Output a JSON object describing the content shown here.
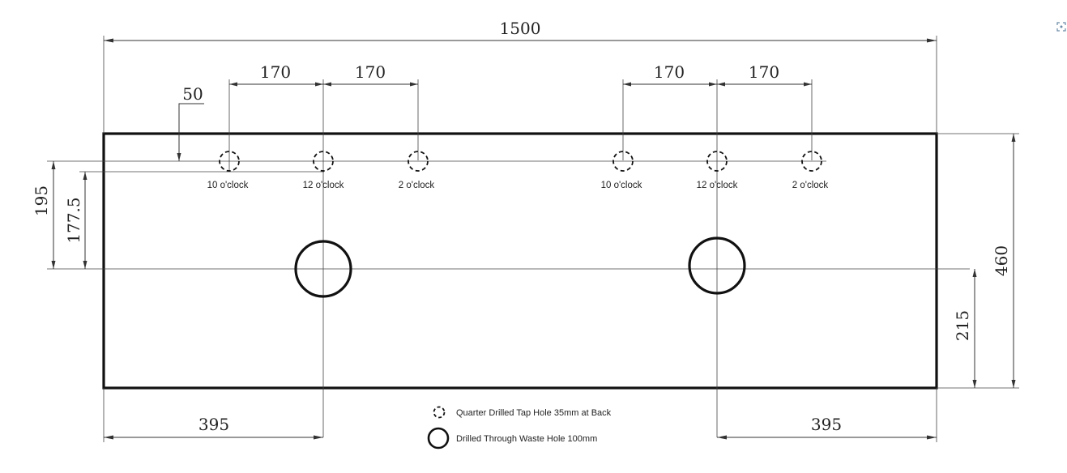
{
  "dimensions": {
    "overall_length": "1500",
    "tap_spacing_left_a": "170",
    "tap_spacing_left_b": "170",
    "tap_spacing_right_a": "170",
    "tap_spacing_right_b": "170",
    "tap_offset_from_back": "50",
    "depth_to_waste_center": "195",
    "depth_to_waste_center_alt": "177.5",
    "overall_depth": "460",
    "front_to_waste_center": "215",
    "left_waste_offset": "395",
    "right_waste_offset": "395"
  },
  "tap_labels": [
    "10 o'clock",
    "12 o'clock",
    "2 o'clock",
    "10 o'clock",
    "12 o'clock",
    "2 o'clock"
  ],
  "legend": {
    "tap_hole": "Quarter Drilled Tap Hole 35mm at Back",
    "waste_hole": "Drilled Through Waste Hole 100mm"
  },
  "icons": {
    "zoom": "fit-screen-icon"
  }
}
